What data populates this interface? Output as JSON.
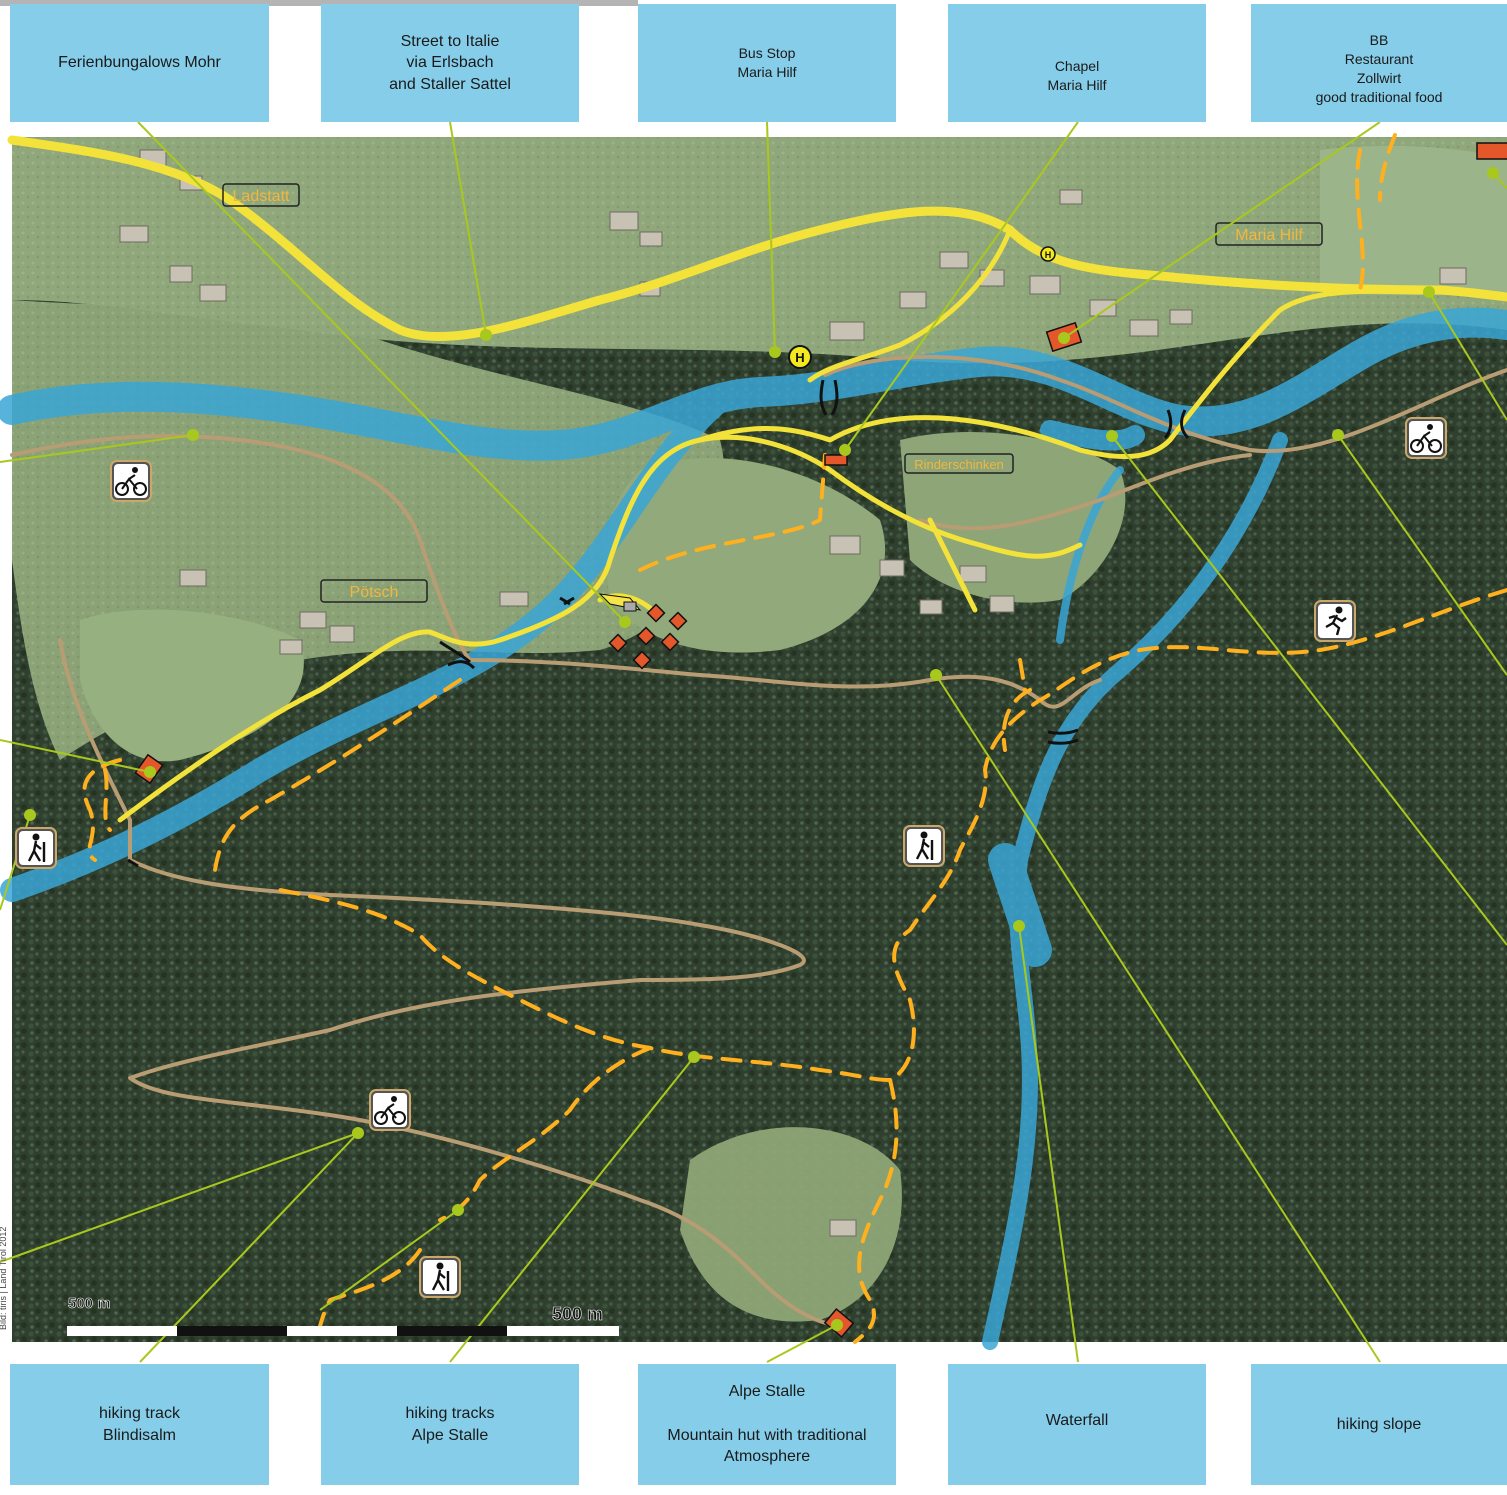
{
  "callouts_top": [
    {
      "id": "ferienbungalows",
      "text": "Ferienbungalows Mohr"
    },
    {
      "id": "street-italie",
      "text": "Street to Italie\nvia Erlsbach\nand Staller Sattel"
    },
    {
      "id": "bus-stop",
      "text": "Bus Stop\nMaria Hilf"
    },
    {
      "id": "chapel",
      "text": "Chapel\nMaria Hilf"
    },
    {
      "id": "bb-restaurant",
      "text": "BB\nRestaurant\nZollwirt\ngood traditional food"
    }
  ],
  "callouts_bottom": [
    {
      "id": "hiking-blindisalm",
      "text": "hiking track\nBlindisalm"
    },
    {
      "id": "hiking-alpe-stalle",
      "text": "hiking tracks\nAlpe Stalle"
    },
    {
      "id": "alpe-stalle-hut",
      "text": "Alpe Stalle\n\nMountain hut with traditional\nAtmosphere"
    },
    {
      "id": "waterfall",
      "text": "Waterfall"
    },
    {
      "id": "hiking-slope",
      "text": "hiking slope"
    }
  ],
  "map_labels": {
    "ladstatt": "Ladstatt",
    "maria_hilf": "Maria Hilf",
    "poetsch": "Pötsch",
    "rinderschinken": "Rinderschinken"
  },
  "bus_stop_symbol": "H",
  "scale": {
    "left_label": "500 m",
    "right_label": "500 m"
  },
  "credit": "Bild: tiris | Land Tirol 2012",
  "icons": [
    "cyclist-icon",
    "hiker-icon",
    "runner-icon",
    "building-icon",
    "bus-stop-icon"
  ],
  "colors": {
    "road": "#f2e23a",
    "river": "#3aa6d6",
    "trail": "#ffb01f",
    "track": "#b89c74",
    "callout": "#86cdea",
    "leader": "#a9c81e"
  }
}
